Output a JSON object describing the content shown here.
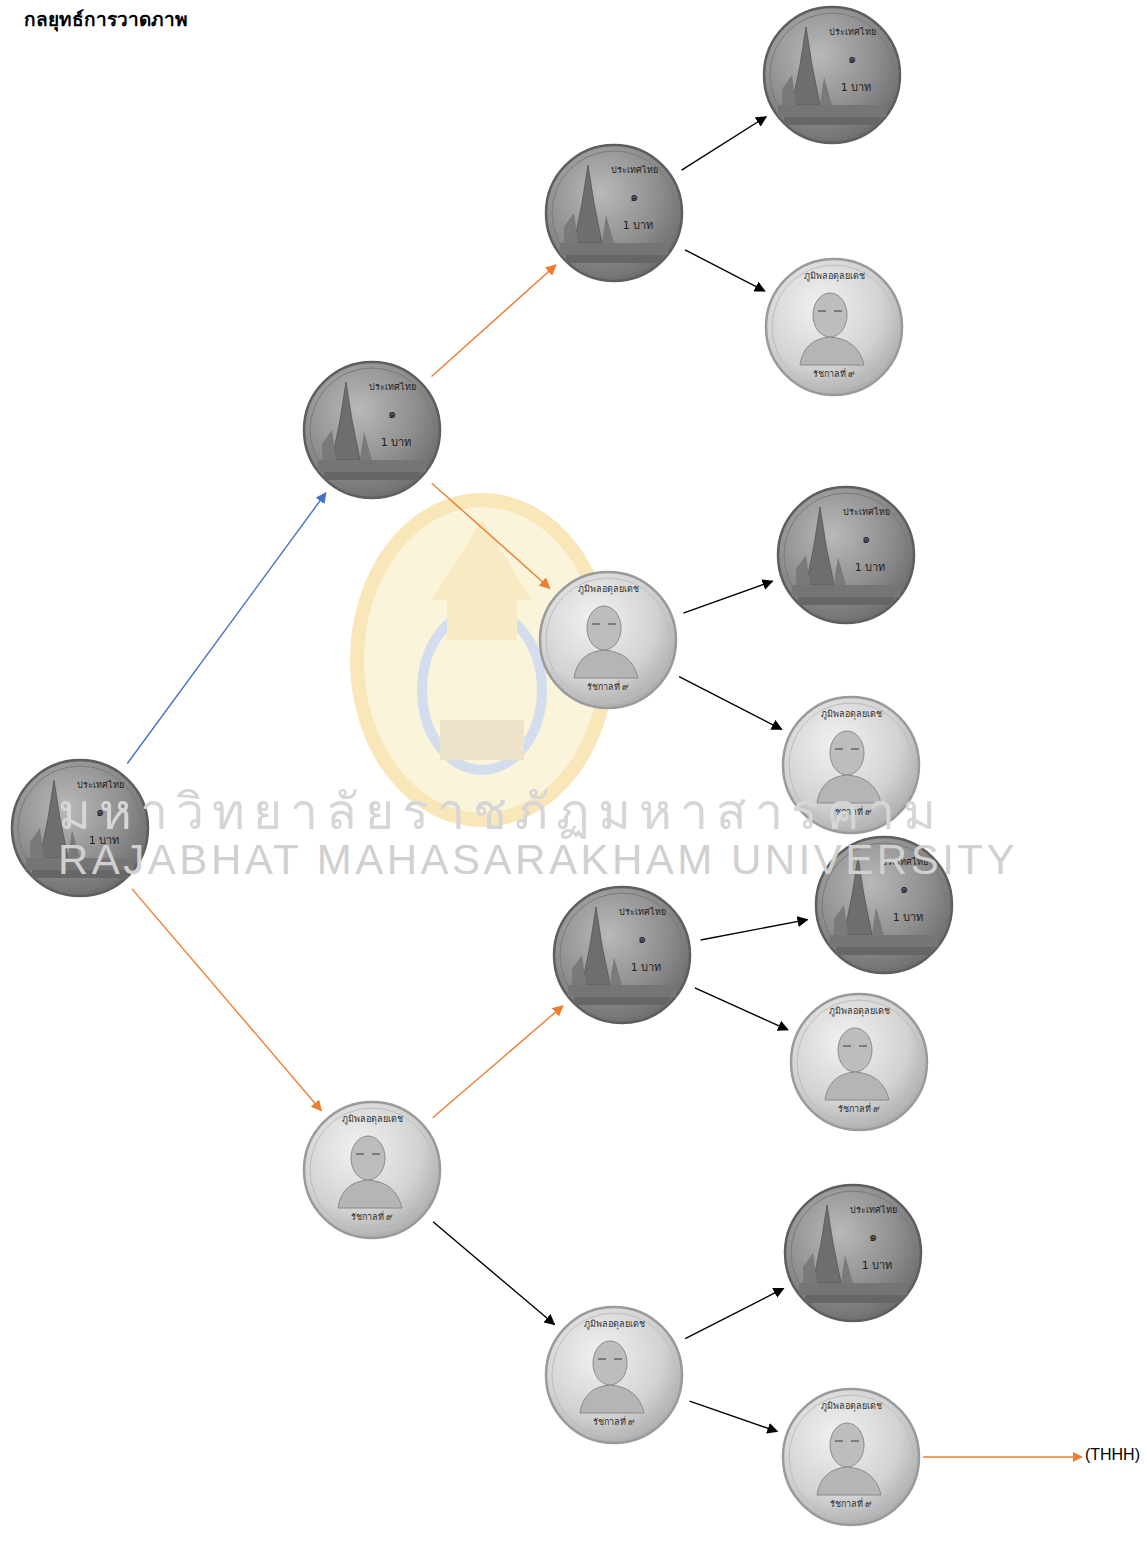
{
  "diagram": {
    "title": "กลยุทธ์การวาดภาพ",
    "nodes": [
      {
        "text": [
          "ประเทศไทย",
          "๑",
          "1 บาท"
        ]
      },
      {
        "text": [
          "ประเทศไทย",
          "๑",
          "1 บาท"
        ]
      },
      {
        "text": [
          "ประเทศไทย",
          "๑",
          "1 บาท"
        ]
      },
      {
        "text": [
          "ประเทศไทย",
          "๑",
          "1 บาท"
        ]
      },
      {
        "text": [
          "ภูมิพลอดุลยเดช",
          "รัชกาลที่ ๙"
        ]
      },
      {
        "text": [
          "ภูมิพลอดุลยเดช",
          "รัชกาลที่ ๙"
        ]
      },
      {
        "text": [
          "ประเทศไทย",
          "๑",
          "1 บาท"
        ]
      },
      {
        "text": [
          "ภูมิพลอดุลยเดช",
          "รัชกาลที่ ๙"
        ]
      },
      {
        "text": [
          "ภูมิพลอดุลยเดช",
          "รัชกาลที่ ๙"
        ]
      },
      {
        "text": [
          "ประเทศไทย",
          "๑",
          "1 บาท"
        ]
      },
      {
        "text": [
          "ประเทศไทย",
          "๑",
          "1 บาท"
        ]
      },
      {
        "text": [
          "ภูมิพลอดุลยเดช",
          "รัชกาลที่ ๙"
        ]
      },
      {
        "text": [
          "ภูมิพลอดุลยเดช",
          "รัชกาลที่ ๙"
        ]
      },
      {
        "text": [
          "ประเทศไทย",
          "๑",
          "1 บาท"
        ]
      },
      {
        "text": [
          "ภูมิพลอดุลยเดช",
          "รัชกาลที่ ๙"
        ]
      }
    ],
    "edges": [
      {
        "from": 0,
        "to": 1,
        "arrow": "to"
      },
      {
        "from": 0,
        "to": 8,
        "arrow": "to"
      },
      {
        "from": 1,
        "to": 2,
        "arrow": "to"
      },
      {
        "from": 1,
        "to": 5,
        "arrow": "to"
      },
      {
        "from": 2,
        "to": 3,
        "arrow": "to"
      },
      {
        "from": 2,
        "to": 4,
        "arrow": "to"
      },
      {
        "from": 5,
        "to": 6,
        "arrow": "to"
      },
      {
        "from": 5,
        "to": 7,
        "arrow": "to"
      },
      {
        "from": 8,
        "to": 9,
        "arrow": "to"
      },
      {
        "from": 8,
        "to": 12,
        "arrow": "to"
      },
      {
        "from": 9,
        "to": 10,
        "arrow": "to"
      },
      {
        "from": 9,
        "to": 11,
        "arrow": "to"
      },
      {
        "from": 12,
        "to": 13,
        "arrow": "to"
      },
      {
        "from": 12,
        "to": 14,
        "arrow": "to"
      }
    ],
    "labels": [
      "มหาวิทยาลัยราชภัฏมหาสารคาม",
      "RAJABHAT MAHASARAKHAM UNIVERSITY",
      "(THHH)"
    ]
  }
}
